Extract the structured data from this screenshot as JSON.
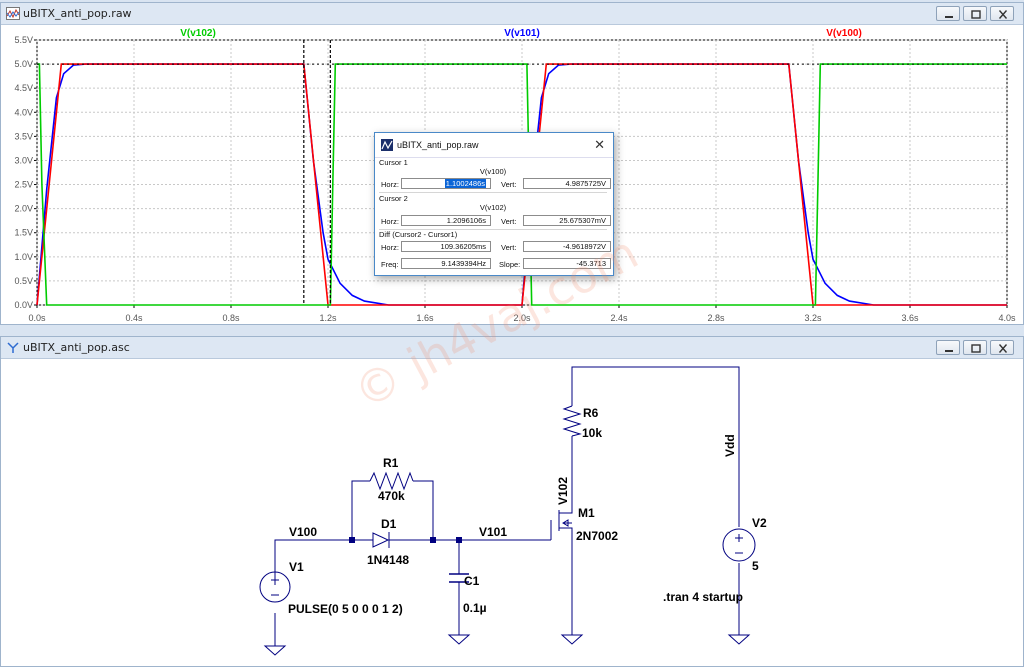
{
  "waveform": {
    "title": "uBITX_anti_pop.raw",
    "traces": [
      {
        "name": "V(v102)",
        "color": "#00cc00"
      },
      {
        "name": "V(v101)",
        "color": "#0000ff"
      },
      {
        "name": "V(v100)",
        "color": "#ff0000"
      }
    ],
    "y_ticks": [
      "5.5V",
      "5.0V",
      "4.5V",
      "4.0V",
      "3.5V",
      "3.0V",
      "2.5V",
      "2.0V",
      "1.5V",
      "1.0V",
      "0.5V",
      "0.0V"
    ],
    "x_ticks": [
      "0.0s",
      "0.4s",
      "0.8s",
      "1.2s",
      "1.6s",
      "2.0s",
      "2.4s",
      "2.8s",
      "3.2s",
      "3.6s",
      "4.0s"
    ]
  },
  "chart_data": {
    "type": "line",
    "title": "",
    "xlabel": "",
    "ylabel": "",
    "xlim": [
      0,
      4.0
    ],
    "ylim": [
      0,
      5.5
    ],
    "grid": true,
    "series": [
      {
        "name": "V(v100)",
        "color": "#ff0000",
        "x": [
          0,
          0.1,
          1.1,
          1.2,
          2.0,
          2.1,
          3.1,
          3.2,
          4.0
        ],
        "y": [
          0,
          5.0,
          5.0,
          0.0,
          0.0,
          5.0,
          5.0,
          0.0,
          0.0
        ]
      },
      {
        "name": "V(v101)",
        "color": "#0000ff",
        "x": [
          0,
          0.04,
          0.08,
          0.11,
          0.15,
          0.2,
          1.1,
          1.14,
          1.18,
          1.2,
          1.25,
          1.3,
          1.35,
          1.45,
          2.0,
          2.04,
          2.08,
          2.11,
          2.15,
          2.2,
          3.1,
          3.14,
          3.18,
          3.2,
          3.25,
          3.3,
          3.35,
          3.45,
          4.0
        ],
        "y": [
          0,
          2.4,
          4.3,
          4.8,
          4.98,
          5.0,
          5.0,
          3.0,
          1.5,
          0.95,
          0.45,
          0.2,
          0.08,
          0.0,
          0.0,
          2.4,
          4.3,
          4.8,
          4.98,
          5.0,
          5.0,
          3.0,
          1.5,
          0.95,
          0.45,
          0.2,
          0.08,
          0.0,
          0.0
        ]
      },
      {
        "name": "V(v102)",
        "color": "#00cc00",
        "x": [
          0,
          0.01,
          0.02,
          0.04,
          0.05,
          1.21,
          1.22,
          1.23,
          2.02,
          2.03,
          2.04,
          3.21,
          3.22,
          3.23,
          4.0
        ],
        "y": [
          5.0,
          5.0,
          2.5,
          0.0,
          0.0,
          0.0,
          2.5,
          5.0,
          5.0,
          2.5,
          0.0,
          0.0,
          2.5,
          5.0,
          5.0
        ]
      }
    ],
    "cursors": {
      "cursor1_x": 1.1002486,
      "cursor2_x": 1.2096106
    }
  },
  "cursor_dialog": {
    "title": "uBITX_anti_pop.raw",
    "close": "✕",
    "cursor1_label": "Cursor 1",
    "cursor1_trace": "V(v100)",
    "cursor1_horz_label": "Horz:",
    "cursor1_horz": "1.1002486s",
    "cursor1_vert_label": "Vert:",
    "cursor1_vert": "4.9875725V",
    "cursor2_label": "Cursor 2",
    "cursor2_trace": "V(v102)",
    "cursor2_horz_label": "Horz:",
    "cursor2_horz": "1.2096106s",
    "cursor2_vert_label": "Vert:",
    "cursor2_vert": "25.675307mV",
    "diff_label": "Diff (Cursor2 - Cursor1)",
    "diff_horz_label": "Horz:",
    "diff_horz": "109.36205ms",
    "diff_vert_label": "Vert:",
    "diff_vert": "-4.9618972V",
    "freq_label": "Freq:",
    "freq": "9.1439394Hz",
    "slope_label": "Slope:",
    "slope": "-45.3713"
  },
  "schematic": {
    "title": "uBITX_anti_pop.asc",
    "labels": {
      "r1_name": "R1",
      "r1_value": "470k",
      "d1_name": "D1",
      "d1_value": "1N4148",
      "c1_name": "C1",
      "c1_value": "0.1µ",
      "v1_name": "V1",
      "v1_value": "PULSE(0 5 0 0 0 1 2)",
      "v100": "V100",
      "v101": "V101",
      "v102": "V102",
      "m1_name": "M1",
      "m1_value": "2N7002",
      "r6_name": "R6",
      "r6_value": "10k",
      "vdd": "Vdd",
      "v2_name": "V2",
      "v2_value": "5",
      "directive": ".tran 4 startup"
    }
  },
  "watermark": "© jh4vaj.com"
}
